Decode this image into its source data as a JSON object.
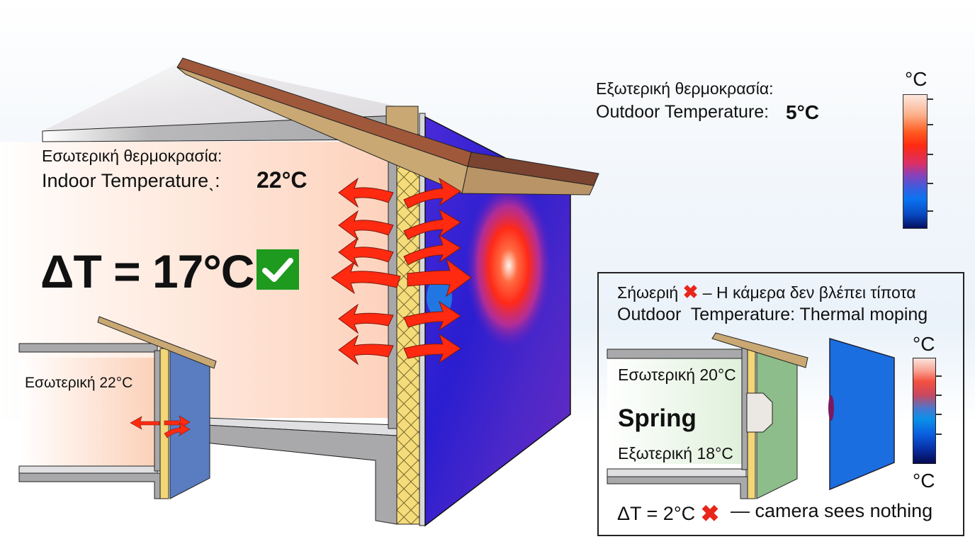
{
  "main_scene": {
    "indoor_label_greek": "Εσωτερική θερμοκρασία:",
    "indoor_label_english": "Indoor Temperatureˎ:",
    "indoor_value": "22°C",
    "outdoor_label_greek": "Εξωτερική θερμοκρασία:",
    "outdoor_label_english": "Outdoor Temperature:",
    "outdoor_value": "5°C",
    "delta_t": "ΔT = 17°C",
    "delta_status_icon": "check-icon",
    "status_color": "#1e9a1e",
    "heat_arrow_color": "#ff2a10",
    "heat_arrows_count": 12
  },
  "main_scale": {
    "unit": "°C",
    "ticks": 5,
    "gradient": [
      "#fde8e0",
      "#ff5a20",
      "#ff2a10",
      "#8a40b8",
      "#0a74f0",
      "#051060"
    ]
  },
  "small_house": {
    "indoor_label": "Εσωτερική 22°C"
  },
  "spring_panel": {
    "line1_greek_a": "Σήωεριή",
    "line1_greek_b": "– Η κάμερα δεν βλέπει τίποτα",
    "line1_icon": "cross-icon",
    "line2_english": "Outdoor  Temperature: Thermal moping",
    "indoor_label": "Εσωτερική 20°C",
    "season": "Spring",
    "outdoor_label": "Εξωτερική 18°C",
    "delta_t": "ΔT = 2°C",
    "delta_icon": "cross-icon",
    "delta_text": "— camera sees nothing",
    "scale_unit_top": "°C",
    "scale_unit_bottom": "°C",
    "scale_ticks": 5,
    "cross_color": "#e8261a"
  }
}
